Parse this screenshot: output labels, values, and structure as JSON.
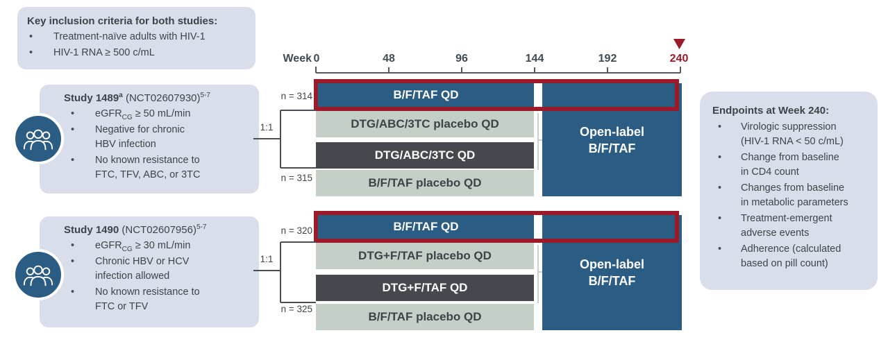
{
  "ui": {
    "bullet": "•"
  },
  "colors": {
    "arm_blue": "#2B5C83",
    "outline_maroon": "#9B1B2B",
    "placebo_sage": "#C4CFC8",
    "comparator_charcoal": "#45494E",
    "panel_background": "#D9DEEA",
    "axis_gray": "#53575B",
    "text_dark": "#3F4448"
  },
  "inclusion_box": {
    "title": "Key inclusion criteria for both studies:",
    "bullets": [
      "Treatment-naïve adults with HIV-1",
      "HIV-1 RNA ≥ 500 c/mL"
    ]
  },
  "timeline": {
    "axis_word": "Week",
    "ticks": [
      "0",
      "48",
      "96",
      "144",
      "192",
      "240"
    ],
    "marker_week": "240"
  },
  "studies": [
    {
      "name": "Study 1489",
      "name_superscript": "a",
      "registry": " (NCT02607930)",
      "reference_superscript": "5-7",
      "randomization": "1:1",
      "n_top": "n = 314",
      "n_bottom": "n = 315",
      "criteria": [
        {
          "pre": "eGFR",
          "sub": "CG",
          "post": " ≥ 50 mL/min"
        },
        {
          "text": "Negative for chronic\nHBV infection"
        },
        {
          "text": "No known resistance to\nFTC, TFV, ABC, or 3TC"
        }
      ],
      "arms": [
        {
          "label": "B/F/TAF QD"
        },
        {
          "label": "DTG/ABC/3TC placebo QD"
        },
        {
          "label": "DTG/ABC/3TC QD"
        },
        {
          "label": "B/F/TAF placebo QD"
        }
      ],
      "open_label": {
        "line1": "Open-label",
        "line2": "B/F/TAF"
      }
    },
    {
      "name": "Study 1490",
      "name_superscript": "",
      "registry": " (NCT02607956)",
      "reference_superscript": "5-7",
      "randomization": "1:1",
      "n_top": "n = 320",
      "n_bottom": "n = 325",
      "criteria": [
        {
          "pre": "eGFR",
          "sub": "CG",
          "post": " ≥ 30 mL/min"
        },
        {
          "text": "Chronic HBV or HCV\ninfection allowed"
        },
        {
          "text": "No known resistance to\nFTC or TFV"
        }
      ],
      "arms": [
        {
          "label": "B/F/TAF QD"
        },
        {
          "label": "DTG+F/TAF placebo QD"
        },
        {
          "label": "DTG+F/TAF QD"
        },
        {
          "label": "B/F/TAF placebo QD"
        }
      ],
      "open_label": {
        "line1": "Open-label",
        "line2": "B/F/TAF"
      }
    }
  ],
  "endpoints_box": {
    "title": "Endpoints at Week 240:",
    "bullets": [
      "Virologic suppression\n(HIV-1 RNA < 50 c/mL)",
      "Change from baseline\nin CD4 count",
      "Changes from baseline\nin metabolic parameters",
      "Treatment-emergent\nadverse events",
      "Adherence (calculated\nbased on pill count)"
    ]
  }
}
